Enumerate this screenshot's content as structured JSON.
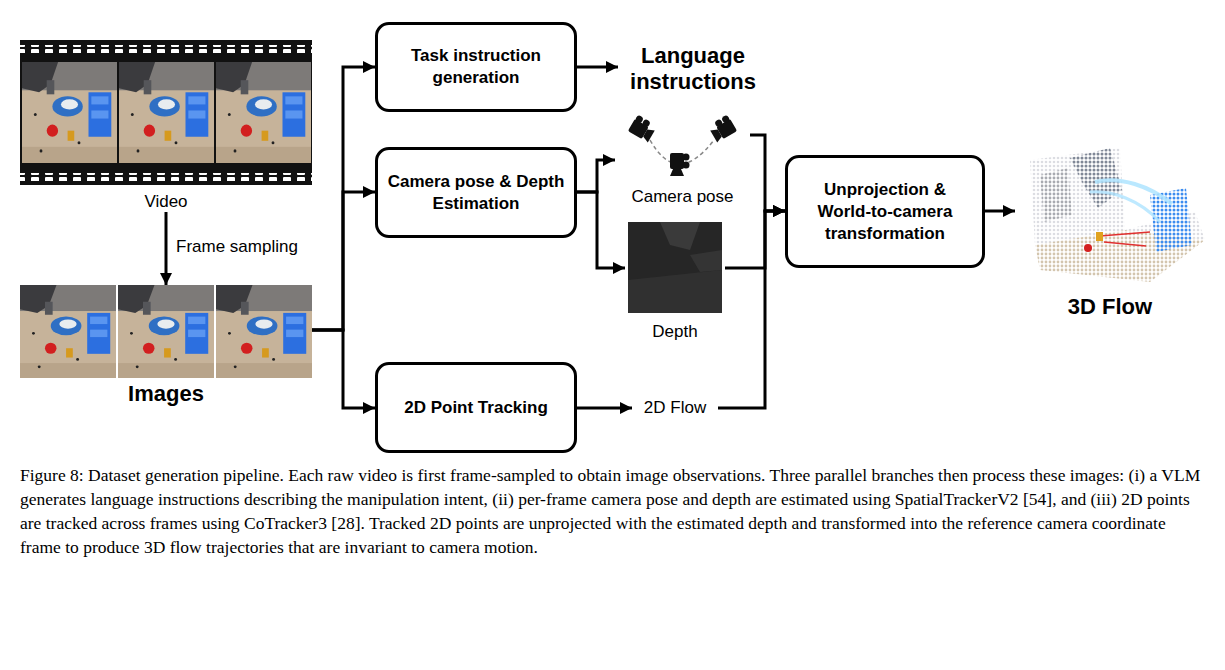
{
  "diagram": {
    "caption": "Figure 8: Dataset generation pipeline. Each raw video is first frame-sampled to obtain image observations. Three parallel branches then process these images: (i) a VLM generates language instructions describing the manipulation intent, (ii) per-frame camera pose and depth are estimated using SpatialTrackerV2 [54], and (iii) 2D points are tracked across frames using CoTracker3 [28]. Tracked 2D points are unprojected with the estimated depth and transformed into the reference camera coordinate frame to produce 3D flow trajectories that are invariant to camera motion.",
    "nodes": [
      {
        "text": [
          "Video"
        ]
      },
      {
        "text": [
          "Images"
        ]
      },
      {
        "text": [
          "Task instruction generation"
        ]
      },
      {
        "text": [
          "Language instructions"
        ]
      },
      {
        "text": [
          "Camera pose & Depth Estimation"
        ]
      },
      {
        "text": [
          "Camera pose"
        ]
      },
      {
        "text": [
          "Depth"
        ]
      },
      {
        "text": [
          "2D Point Tracking"
        ]
      },
      {
        "text": [
          "2D Flow"
        ]
      },
      {
        "text": [
          "Unprojection & World-to-camera transformation"
        ]
      },
      {
        "text": [
          "3D Flow"
        ]
      }
    ],
    "edges": [
      {
        "from": 0,
        "to": 1,
        "label": "Frame sampling",
        "arrow": "to"
      },
      {
        "from": 1,
        "to": 2,
        "arrow": "to"
      },
      {
        "from": 1,
        "to": 4,
        "arrow": "to"
      },
      {
        "from": 1,
        "to": 7,
        "arrow": "to"
      },
      {
        "from": 2,
        "to": 3,
        "arrow": "to"
      },
      {
        "from": 4,
        "to": 5,
        "arrow": "to"
      },
      {
        "from": 4,
        "to": 6,
        "arrow": "to"
      },
      {
        "from": 7,
        "to": 8,
        "arrow": "to"
      },
      {
        "from": 5,
        "to": 9,
        "arrow": "to"
      },
      {
        "from": 6,
        "to": 9,
        "arrow": "to"
      },
      {
        "from": 8,
        "to": 9,
        "arrow": "to"
      },
      {
        "from": 9,
        "to": 10,
        "arrow": "to"
      }
    ]
  }
}
